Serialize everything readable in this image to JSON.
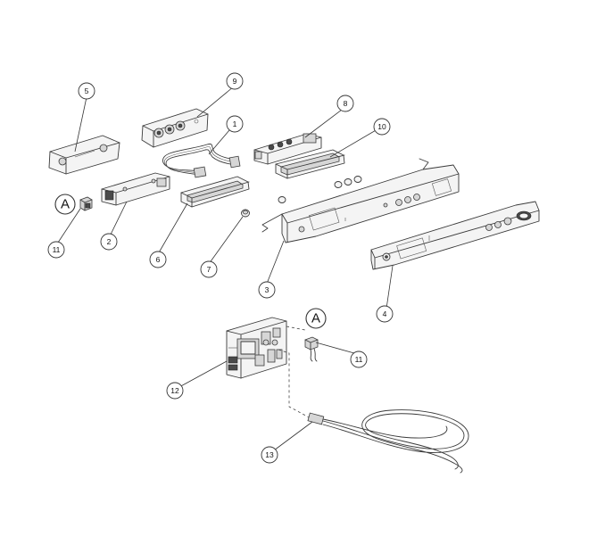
{
  "diagram": {
    "callouts": [
      "1",
      "2",
      "3",
      "4",
      "5",
      "6",
      "7",
      "8",
      "9",
      "10",
      "11",
      "11",
      "12",
      "13"
    ],
    "refs": [
      "A",
      "A"
    ]
  }
}
